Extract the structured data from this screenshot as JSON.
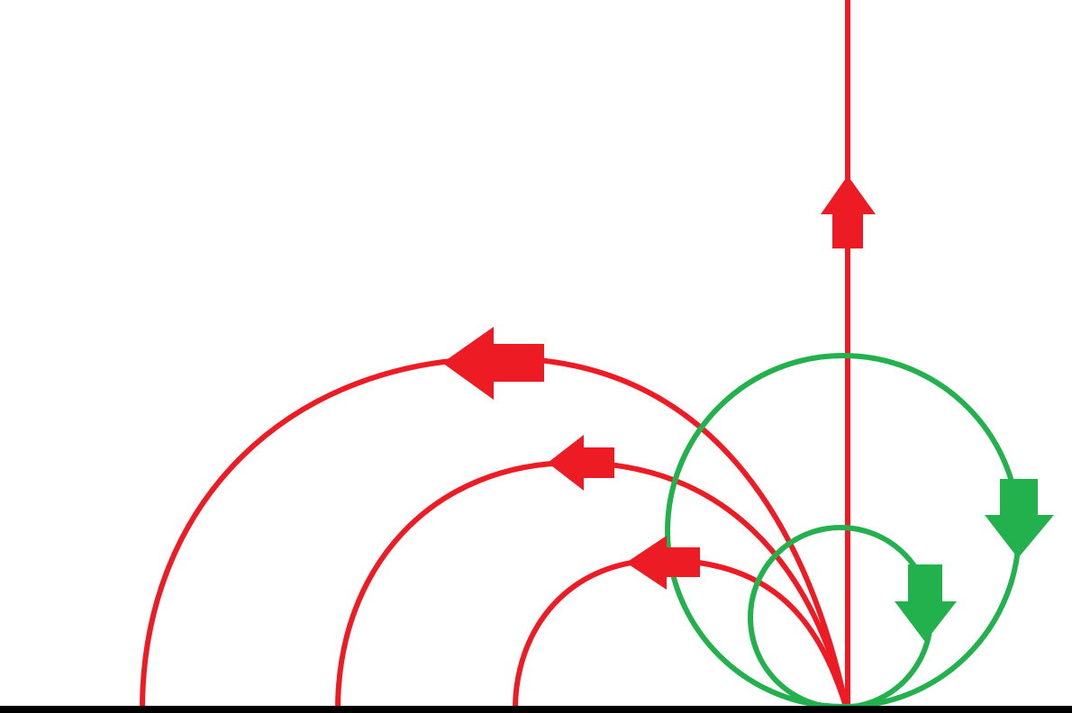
{
  "colors": {
    "background": "#ffffff",
    "red_curves": "#ed1c24",
    "green_circles": "#22b14c",
    "baseline": "#000000"
  },
  "diagram": {
    "red_vertical_line": {
      "arrow_direction": "up"
    },
    "red_arcs": [
      {
        "name": "outer",
        "arrow_direction": "left"
      },
      {
        "name": "middle",
        "arrow_direction": "left"
      },
      {
        "name": "inner",
        "arrow_direction": "left"
      }
    ],
    "green_circles": [
      {
        "name": "large",
        "arrow_direction": "down"
      },
      {
        "name": "small",
        "arrow_direction": "down"
      }
    ],
    "baseline": {
      "present": true
    }
  }
}
